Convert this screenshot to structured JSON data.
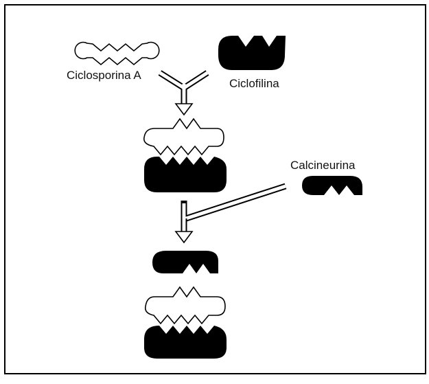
{
  "labels": {
    "cyclosporin": "Ciclosporina A",
    "cyclophilin": "Ciclofilina",
    "calcineurin": "Calcineurina"
  },
  "colors": {
    "ink": "#000000",
    "paper": "#ffffff"
  }
}
